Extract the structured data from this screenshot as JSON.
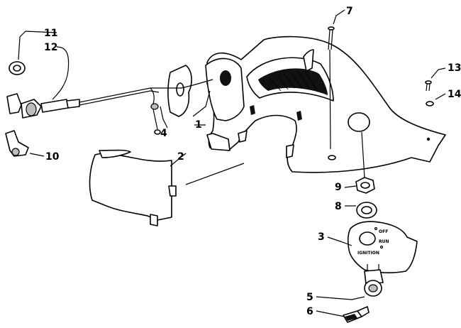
{
  "callouts": [
    {
      "id": "c1",
      "text": "1"
    },
    {
      "id": "c2",
      "text": "2"
    },
    {
      "id": "c3",
      "text": "3"
    },
    {
      "id": "c4",
      "text": "4"
    },
    {
      "id": "c5",
      "text": "5"
    },
    {
      "id": "c6",
      "text": "6"
    },
    {
      "id": "c7",
      "text": "7"
    },
    {
      "id": "c8",
      "text": "8"
    },
    {
      "id": "c9",
      "text": "9"
    },
    {
      "id": "c10",
      "text": "10"
    },
    {
      "id": "c11",
      "text": "11"
    },
    {
      "id": "c12",
      "text": "12"
    },
    {
      "id": "c13",
      "text": "13"
    },
    {
      "id": "c14",
      "text": "14"
    }
  ],
  "plate_text": {
    "off": "OFF",
    "run": "RUN",
    "ignition": "IGNITION"
  }
}
